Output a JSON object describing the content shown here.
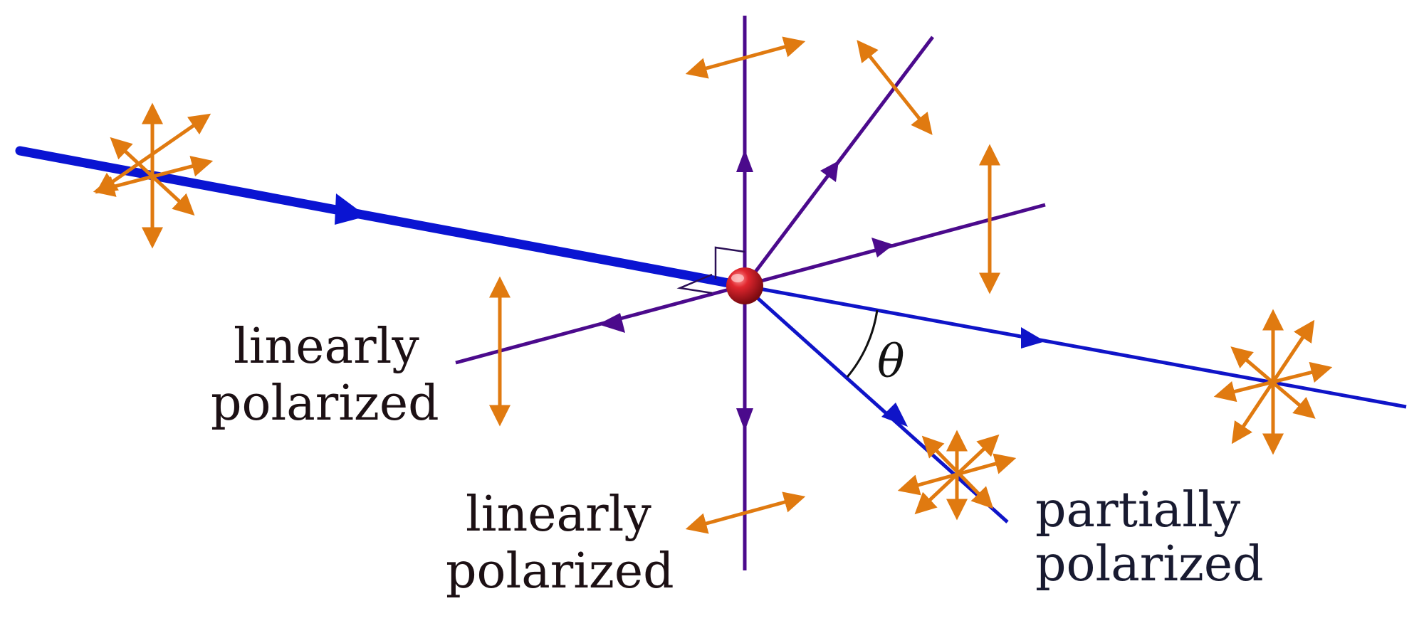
{
  "colors": {
    "incident_beam": "#0a14d2",
    "scattered_beam": "#0f14c8",
    "polarized_ray": "#4b0a8c",
    "polarization_arrow": "#e07a10",
    "scatterer": "#c8141e",
    "angle_arc": "#111111"
  },
  "icons": {
    "scatterer": "red-sphere",
    "polarization": "double-headed-arrow"
  },
  "labels": {
    "left": [
      "linearly",
      "polarized"
    ],
    "bottom": [
      "linearly",
      "polarized"
    ],
    "right": [
      "partially",
      "polarized"
    ],
    "angle": "θ"
  }
}
